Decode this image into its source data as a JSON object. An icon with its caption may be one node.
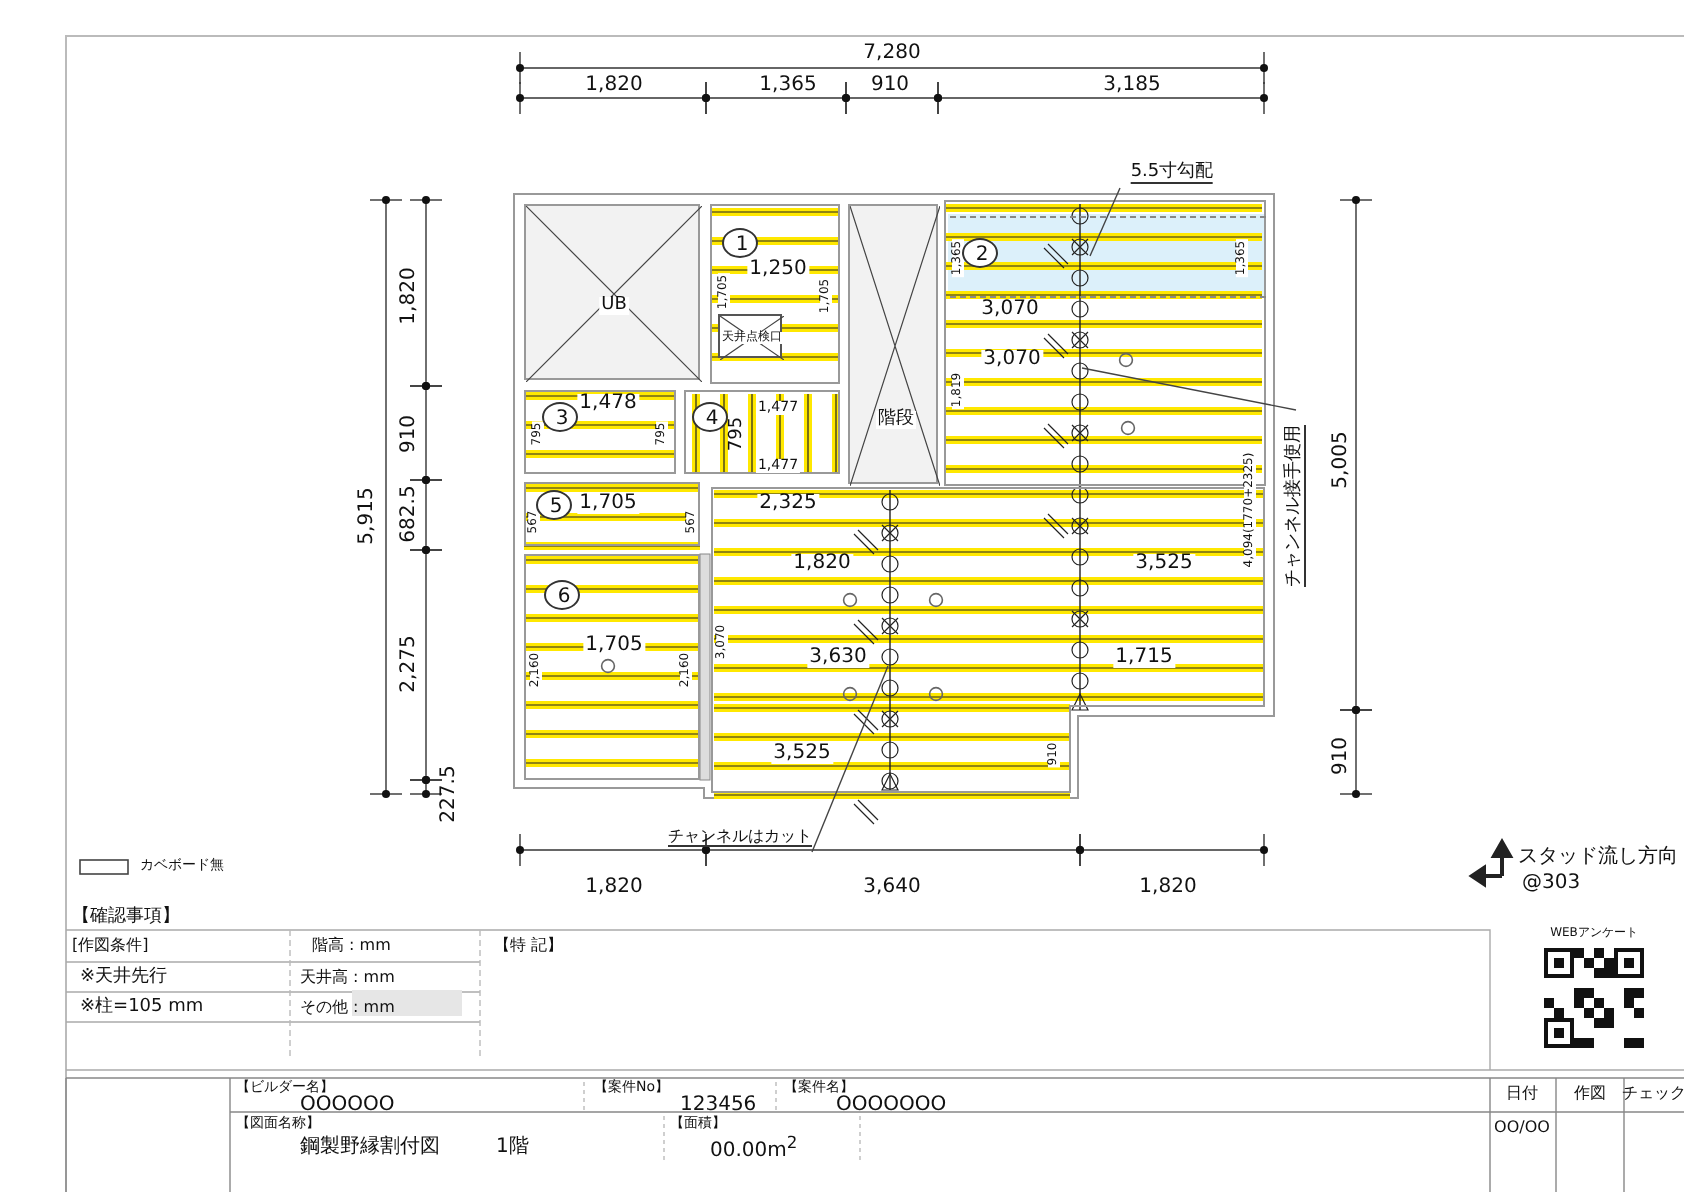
{
  "diagram": {
    "title": "鋼製野縁割付図",
    "nodes": [
      {
        "text": [
          "UB"
        ]
      },
      {
        "text": [
          "1,250",
          "1,705",
          "1,705"
        ]
      },
      {
        "text": [
          "1"
        ],
        "in": 1
      },
      {
        "text": [
          "天井点検口"
        ],
        "in": 1
      },
      {
        "text": [
          "階段"
        ]
      },
      {
        "text": [
          "3,070",
          "3,070",
          "1,819"
        ]
      },
      {
        "text": [
          "1,365",
          "1,365"
        ],
        "in": 5
      },
      {
        "text": [
          "2"
        ],
        "in": 6
      },
      {
        "text": [
          "1,478",
          "795",
          "795"
        ]
      },
      {
        "text": [
          "3"
        ],
        "in": 8
      },
      {
        "text": [
          "1,477",
          "795",
          "1,477"
        ]
      },
      {
        "text": [
          "4"
        ],
        "in": 10
      },
      {
        "text": [
          "1,705",
          "567",
          "567"
        ]
      },
      {
        "text": [
          "5"
        ],
        "in": 12
      },
      {
        "text": [
          "1,705",
          "2,160",
          "2,160"
        ]
      },
      {
        "text": [
          "6"
        ],
        "in": 14
      },
      {
        "text": [
          "2,325",
          "1,820",
          "3,630",
          "3,525",
          "3,070",
          "3,525",
          "1,715",
          "4,094(1770+2325)",
          "910"
        ]
      },
      {
        "text": [
          "5.5寸勾配"
        ]
      },
      {
        "text": [
          "チャンネル接手使用"
        ]
      },
      {
        "text": [
          "チャンネルはカット"
        ]
      }
    ],
    "edges": [
      {
        "from": 17,
        "to": 6,
        "arrow": "none"
      },
      {
        "from": 18,
        "to": 5,
        "arrow": "none"
      },
      {
        "from": 19,
        "to": 16,
        "arrow": "none"
      }
    ],
    "labels": [
      "7,280",
      "1,820",
      "1,365",
      "910",
      "3,185",
      "5,915",
      "1,820",
      "910",
      "682.5",
      "2,275",
      "227.5",
      "5,005",
      "910",
      "1,820",
      "3,640",
      "1,820",
      "スタッド流し方向",
      "@303",
      "【確認事項】",
      "[作図条件]",
      "階高 : mm",
      "【特 記】",
      "※天井先行",
      "天井高 : mm",
      "※柱=105 mm",
      "その他 : mm",
      "WEBアンケート",
      "【ビルダー名】",
      "OOOOOO",
      "【案件No】",
      "123456",
      "【案件名】",
      "OOOOOOO",
      "日付",
      "作図",
      "チェック",
      "【図面名称】",
      "1階",
      "【面積】",
      "00.00m$^{2}$",
      "OO/OO"
    ],
    "legend": [
      {
        "text": "カベボード無"
      }
    ]
  }
}
